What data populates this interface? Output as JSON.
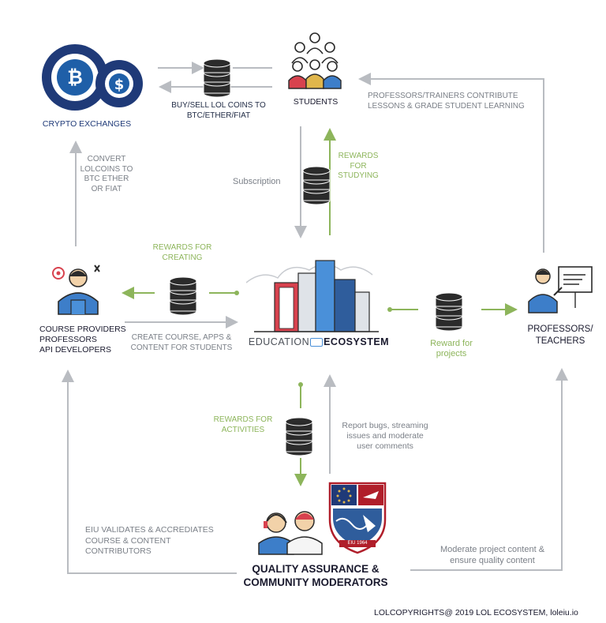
{
  "nodes": {
    "crypto_exchanges": "CRYPTO EXCHANGES",
    "students": "STUDENTS",
    "course_providers": [
      "COURSE PROVIDERS",
      "PROFESSORS",
      "API DEVELOPERS"
    ],
    "education_ecosystem": {
      "part1": "EDUCATION",
      "part2": "ECOSYSTEM"
    },
    "professors_teachers": [
      "PROFESSORS/",
      "TEACHERS"
    ],
    "quality_assurance": [
      "QUALITY ASSURANCE &",
      "COMMUNITY MODERATORS"
    ]
  },
  "labels": {
    "buy_sell": [
      "BUY/SELL LOL COINS TO",
      "BTC/ETHER/FIAT"
    ],
    "professors_contribute": [
      "PROFESSORS/TRAINERS CONTRIBUTE",
      "LESSONS & GRADE STUDENT LEARNING"
    ],
    "convert": [
      "CONVERT",
      "LOLCOINS TO",
      "BTC ETHER",
      "OR FIAT"
    ],
    "subscription": "Subscription",
    "rewards_studying": [
      "REWARDS",
      "FOR",
      "STUDYING"
    ],
    "rewards_creating": [
      "REWARDS FOR",
      "CREATING"
    ],
    "create_course": [
      "CREATE COURSE, APPS &",
      "CONTENT FOR STUDENTS"
    ],
    "reward_projects": [
      "Reward for",
      "projects"
    ],
    "rewards_activities": [
      "REWARDS FOR",
      "ACTIVITIES"
    ],
    "report_bugs": [
      "Report bugs, streaming",
      "issues and moderate",
      "user comments"
    ],
    "eiu_validates": [
      "EIU VALIDATES & ACCREDIATES",
      "COURSE & CONTENT",
      "CONTRIBUTORS"
    ],
    "moderate_project": [
      "Moderate project content &",
      "ensure quality content"
    ]
  },
  "crest_text": "EIU 1964",
  "footer": "LOLCOPYRIGHTS@ 2019 LOL ECOSYSTEM, loleiu.io",
  "colors": {
    "navy": "#1f3a78",
    "green": "#8db55b",
    "gray": "#b9bcc1",
    "red": "#b01e2a"
  }
}
